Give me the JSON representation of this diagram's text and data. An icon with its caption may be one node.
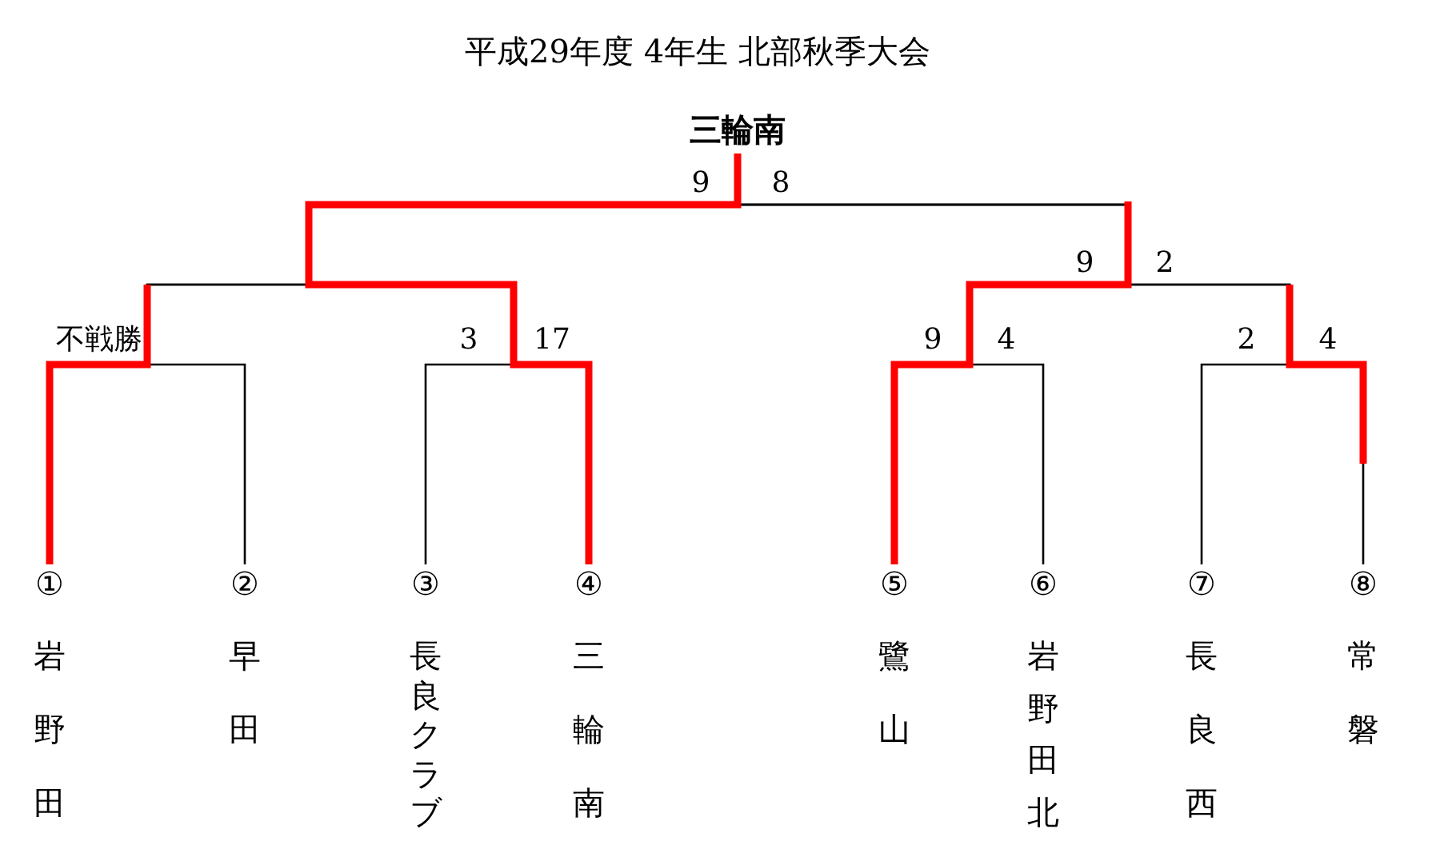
{
  "diagram": {
    "title": "平成29年度 4年生 北部秋季大会",
    "nodes": [
      {
        "text": [
          "三輪南"
        ]
      },
      {
        "text": [
          "①",
          "岩野田"
        ]
      },
      {
        "text": [
          "②",
          "早田"
        ]
      },
      {
        "text": [
          "③",
          "長良クラブ"
        ]
      },
      {
        "text": [
          "④",
          "三輪南"
        ]
      },
      {
        "text": [
          "⑤",
          "鷺山"
        ]
      },
      {
        "text": [
          "⑥",
          "岩野田北"
        ]
      },
      {
        "text": [
          "⑦",
          "長良西"
        ]
      },
      {
        "text": [
          "⑧",
          "常磐"
        ]
      }
    ],
    "edges": [
      {
        "from": 1,
        "to": 0,
        "arrow": "none"
      },
      {
        "from": 2,
        "to": 0,
        "arrow": "none"
      },
      {
        "from": 3,
        "to": 0,
        "arrow": "none"
      },
      {
        "from": 4,
        "to": 0,
        "arrow": "none",
        "style": "thick",
        "color": "#ff0000"
      },
      {
        "from": 5,
        "to": 0,
        "arrow": "none"
      },
      {
        "from": 6,
        "to": 0,
        "arrow": "none"
      },
      {
        "from": 7,
        "to": 0,
        "arrow": "none"
      },
      {
        "from": 8,
        "to": 0,
        "arrow": "none"
      }
    ],
    "labels": [
      "9",
      "8",
      "9",
      "2",
      "不戦勝",
      "3",
      "17",
      "9",
      "4",
      "2",
      "4"
    ]
  }
}
